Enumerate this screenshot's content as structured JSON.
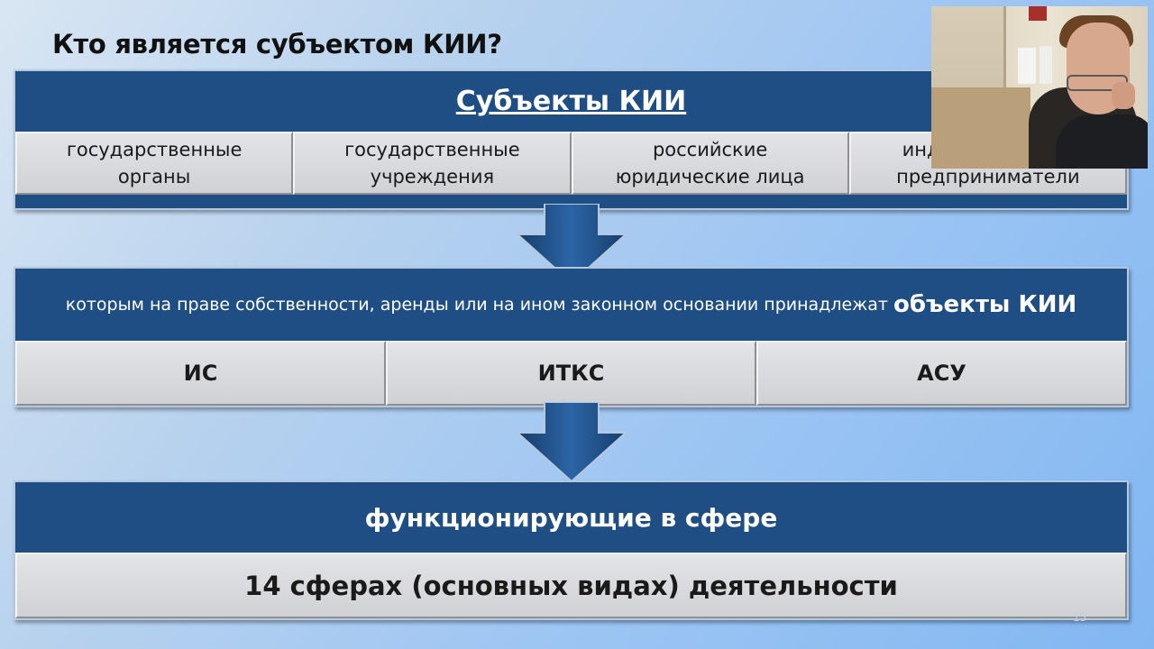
{
  "slide": {
    "title": "Кто является субъектом КИИ?",
    "page_number": "15"
  },
  "subjects": {
    "title": "Субъекты КИИ",
    "items": [
      "государственные органы",
      "государственные учреждения",
      "российские юридические лица",
      "индивидуальные предприниматели"
    ]
  },
  "objects": {
    "text": "которым на праве собственности, аренды или на ином законном основании принадлежат",
    "emphasis": "объекты КИИ",
    "items": [
      "ИС",
      "ИТКС",
      "АСУ"
    ]
  },
  "spheres": {
    "title": "функционирующие в сфере",
    "value": "14 сферах (основных видах) деятельности"
  },
  "colors": {
    "panel_header": "#1f4e84",
    "cell_fill": "#d6d8dc",
    "background": "#a9cbf1"
  },
  "icons": {
    "arrow": "down-arrow-icon"
  }
}
